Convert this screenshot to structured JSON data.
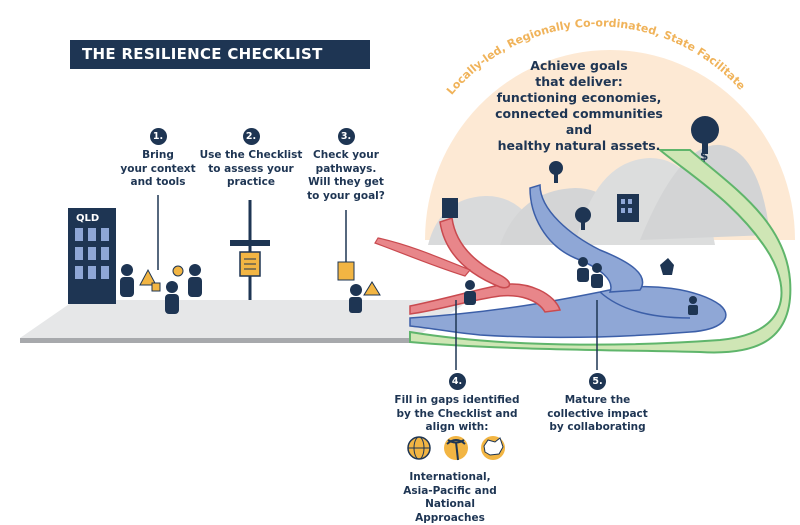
{
  "title": "THE RESILIENCE CHECKLIST",
  "arc_text": "Locally-led, Regionally Co-ordinated, State Facilitated",
  "goal": {
    "line1": "Achieve goals",
    "line2": "that deliver:",
    "line3": "functioning economies,",
    "line4": "connected communities and",
    "line5": "healthy natural assets."
  },
  "building_label": "QLD",
  "steps": [
    {
      "num": "1.",
      "lines": [
        "Bring",
        "your context",
        "and tools"
      ]
    },
    {
      "num": "2.",
      "lines": [
        "Use the Checklist",
        "to assess your",
        "practice"
      ]
    },
    {
      "num": "3.",
      "lines": [
        "Check your",
        "pathways.",
        "Will they get",
        "to your goal?"
      ]
    },
    {
      "num": "4.",
      "lines": [
        "Fill in gaps identified",
        "by the Checklist and",
        "align with:"
      ]
    },
    {
      "num": "5.",
      "lines": [
        "Mature the",
        "collective impact",
        "by collaborating"
      ]
    }
  ],
  "approaches": [
    "International,",
    "Asia-Pacific and",
    "National Approaches"
  ],
  "icons": [
    "globe-icon",
    "palm-tree-icon",
    "australia-map-icon"
  ],
  "colors": {
    "navy": "#1e3553",
    "red_path": "#e8868a",
    "blue_path": "#8fa7d6",
    "green_path": "#cfe6b5",
    "sun": "#fde9d4",
    "hill": "#d9dadb",
    "gold": "#f2b543",
    "arc_text": "#f0b35a"
  }
}
